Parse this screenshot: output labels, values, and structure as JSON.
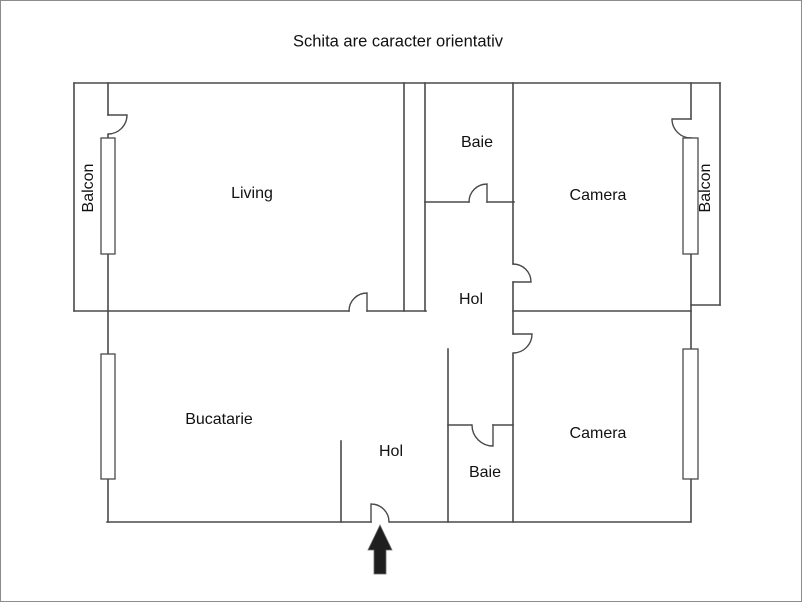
{
  "page": {
    "title": "Schita are caracter orientativ"
  },
  "rooms": {
    "living": {
      "label": "Living"
    },
    "bucatarie": {
      "label": "Bucatarie"
    },
    "camera_top": {
      "label": "Camera"
    },
    "camera_bottom": {
      "label": "Camera"
    },
    "baie_top": {
      "label": "Baie"
    },
    "baie_bottom": {
      "label": "Baie"
    },
    "hol_top": {
      "label": "Hol"
    },
    "hol_bottom": {
      "label": "Hol"
    },
    "balcon_left": {
      "label": "Balcon"
    },
    "balcon_right": {
      "label": "Balcon"
    }
  },
  "icons": {
    "entrance_arrow": "up-arrow"
  },
  "colors": {
    "wall": "#4a4a4a",
    "arrow": "#1f1f1f",
    "background": "#ffffff",
    "border": "#8c8c8c"
  }
}
